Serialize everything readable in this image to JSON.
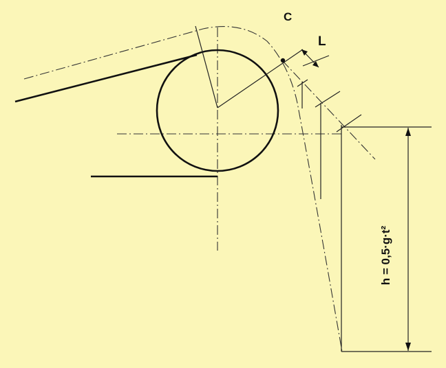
{
  "labels": {
    "c": "C",
    "l": "L",
    "formula": "h = 0,5·g·t²"
  },
  "colors": {
    "background": "#fbf6b8",
    "ink": "#111111"
  }
}
